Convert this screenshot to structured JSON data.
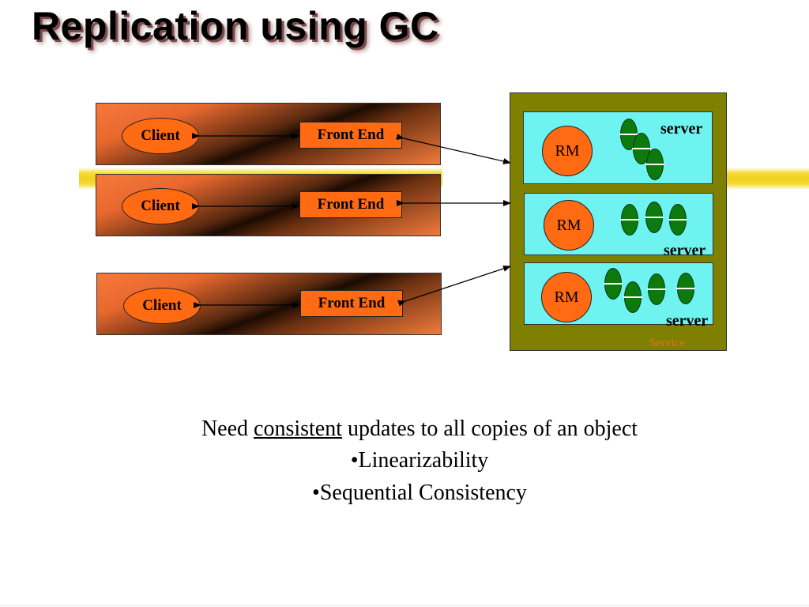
{
  "slide": {
    "title": "Replication using GC"
  },
  "diagram": {
    "clients": [
      {
        "client_label": "Client",
        "front_end_label": "Front End"
      },
      {
        "client_label": "Client",
        "front_end_label": "Front End"
      },
      {
        "client_label": "Client",
        "front_end_label": "Front End"
      }
    ],
    "service_label": "Service",
    "servers": [
      {
        "rm_label": "RM",
        "server_label": "server"
      },
      {
        "rm_label": "RM",
        "server_label": "server"
      },
      {
        "rm_label": "RM",
        "server_label": "server"
      }
    ]
  },
  "body": {
    "line1_prefix": "Need",
    "line1_emphasis": "consistent",
    "line1_suffix": "updates to all copies of an object",
    "bullets": [
      "•Linearizability",
      "•Sequential Consistency"
    ]
  },
  "colors": {
    "orange": "#ff6a13",
    "service_olive": "#808000",
    "server_cyan": "#6ef3f0",
    "object_green": "#0d7a0d",
    "highlighter_yellow": "#f1cf1d"
  }
}
